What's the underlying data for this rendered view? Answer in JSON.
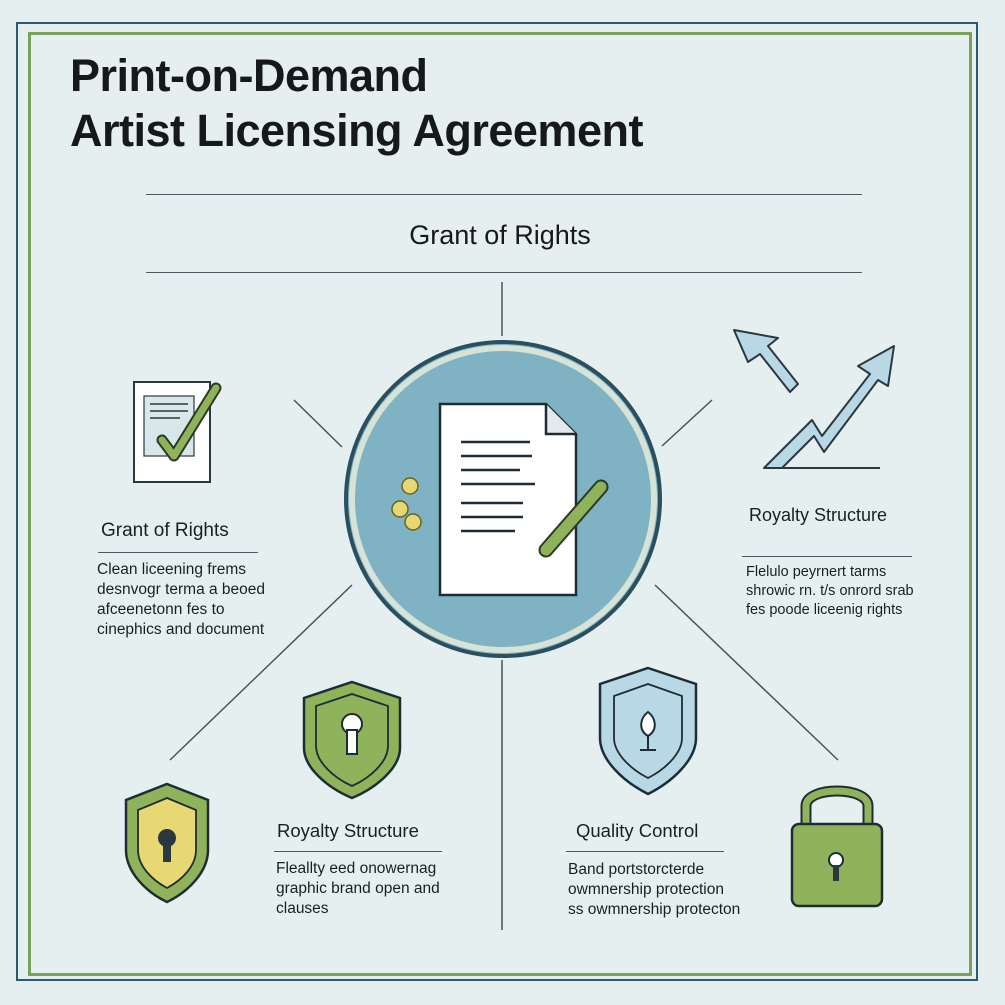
{
  "title": {
    "line1": "Print-on-Demand",
    "line2": "Artist Licensing Agreement"
  },
  "header": {
    "label": "Grant of Rights"
  },
  "nodes": {
    "top_left": {
      "title": "Grant of Rights",
      "desc": [
        "Clean liceening frems",
        "desnvogr terma a beoed",
        "afceenetonn fes to",
        "cinephics and document"
      ],
      "icon": "document-check-icon"
    },
    "top_right": {
      "title": "Royalty Structure",
      "desc": [
        "Flelulo peyrnert tarms",
        "shrowic rn. t/s onrord srab",
        "fes poode liceenig rights"
      ],
      "icon": "arrows-up-icon"
    },
    "bottom_left": {
      "title": "Royalty Structure",
      "desc": [
        "Fleallty eed onowernag",
        "graphic brand open and",
        "clauses"
      ],
      "icon": "shield-keyhole-icon"
    },
    "bottom_right": {
      "title": "Quality Control",
      "desc": [
        "Band portstorcterde",
        "owmnership protection",
        "ss owmnership protecton"
      ],
      "icon": "shield-leaf-icon"
    },
    "center": {
      "icon": "contract-pen-icon"
    },
    "far_left": {
      "icon": "yellow-shield-icon"
    },
    "far_right": {
      "icon": "padlock-icon"
    }
  },
  "colors": {
    "background": "#e5eff0",
    "outer_border": "#2d5a73",
    "inner_border": "#7aa15a",
    "center_circle": "#7fb3c4",
    "accent_green": "#8fb35a",
    "accent_blue": "#b9d8e6",
    "accent_yellow": "#e8d873"
  }
}
